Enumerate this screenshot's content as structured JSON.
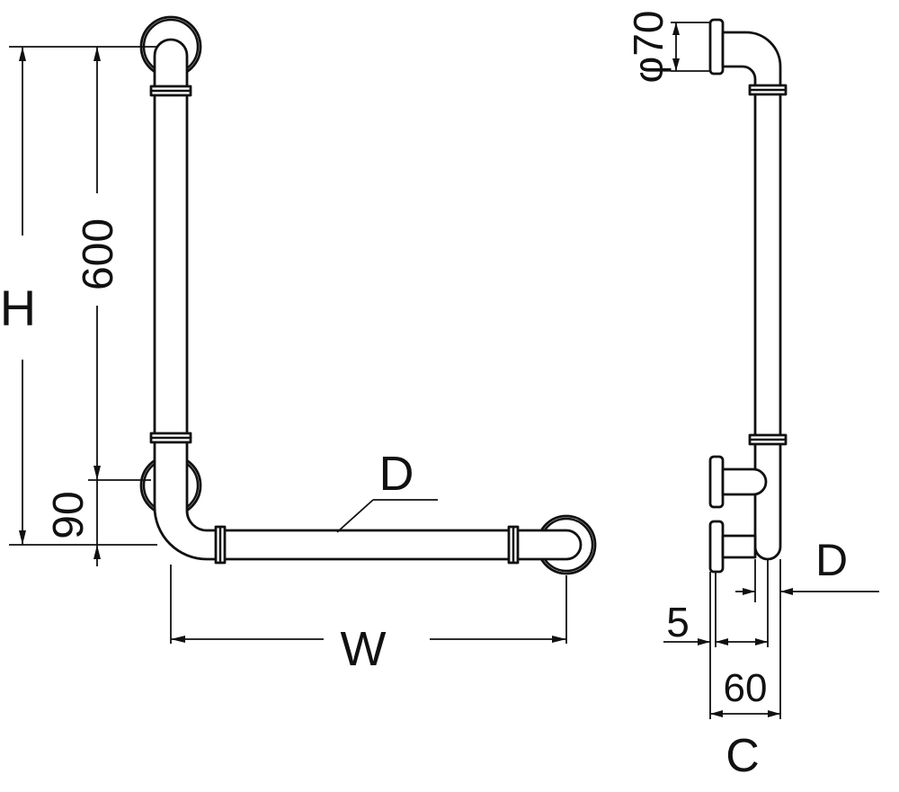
{
  "labels": {
    "height": "H",
    "vertical_length": "600",
    "bottom_offset": "90",
    "width": "W",
    "diameter_front": "D",
    "flange_diameter": "φ70",
    "diameter_side": "D",
    "wall_gap": "5",
    "projection": "60",
    "depth": "C"
  }
}
